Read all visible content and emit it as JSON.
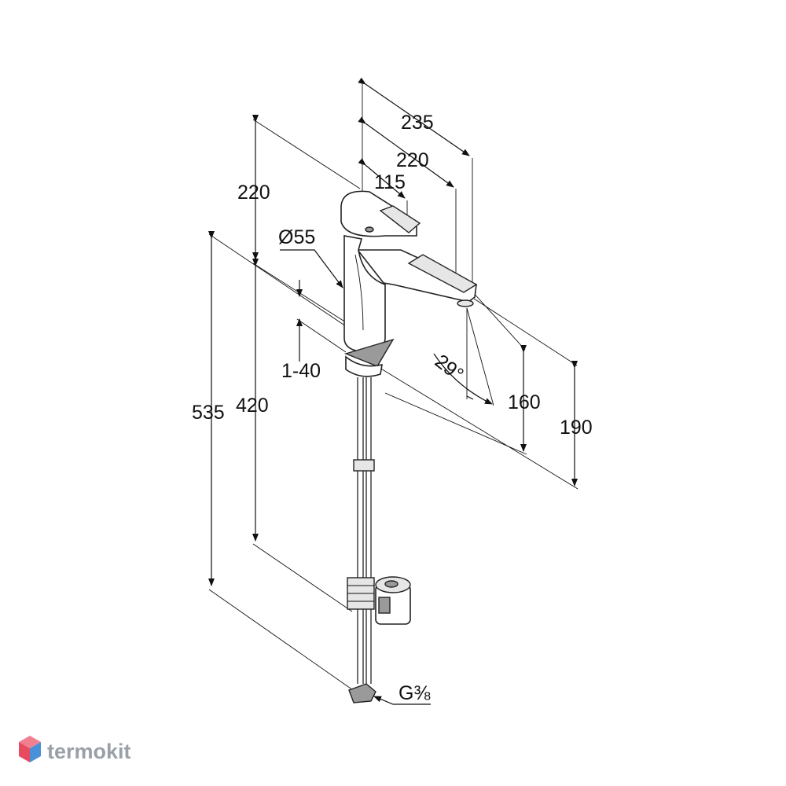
{
  "dimensions": {
    "top_width": "235",
    "spout_reach": "220",
    "lever_length": "115",
    "lever_height": "220",
    "body_diameter": "Ø55",
    "adjust_range": "1-40",
    "total_height": "535",
    "inner_height": "420",
    "spout_angle": "29°",
    "outlet_height": "160",
    "side_height": "190",
    "thread": "G⅜"
  },
  "brand": {
    "name": "termokit",
    "colors": {
      "logo_red": "#e84a5f",
      "logo_blue": "#4a90d9",
      "text": "#9aa0a8"
    }
  }
}
